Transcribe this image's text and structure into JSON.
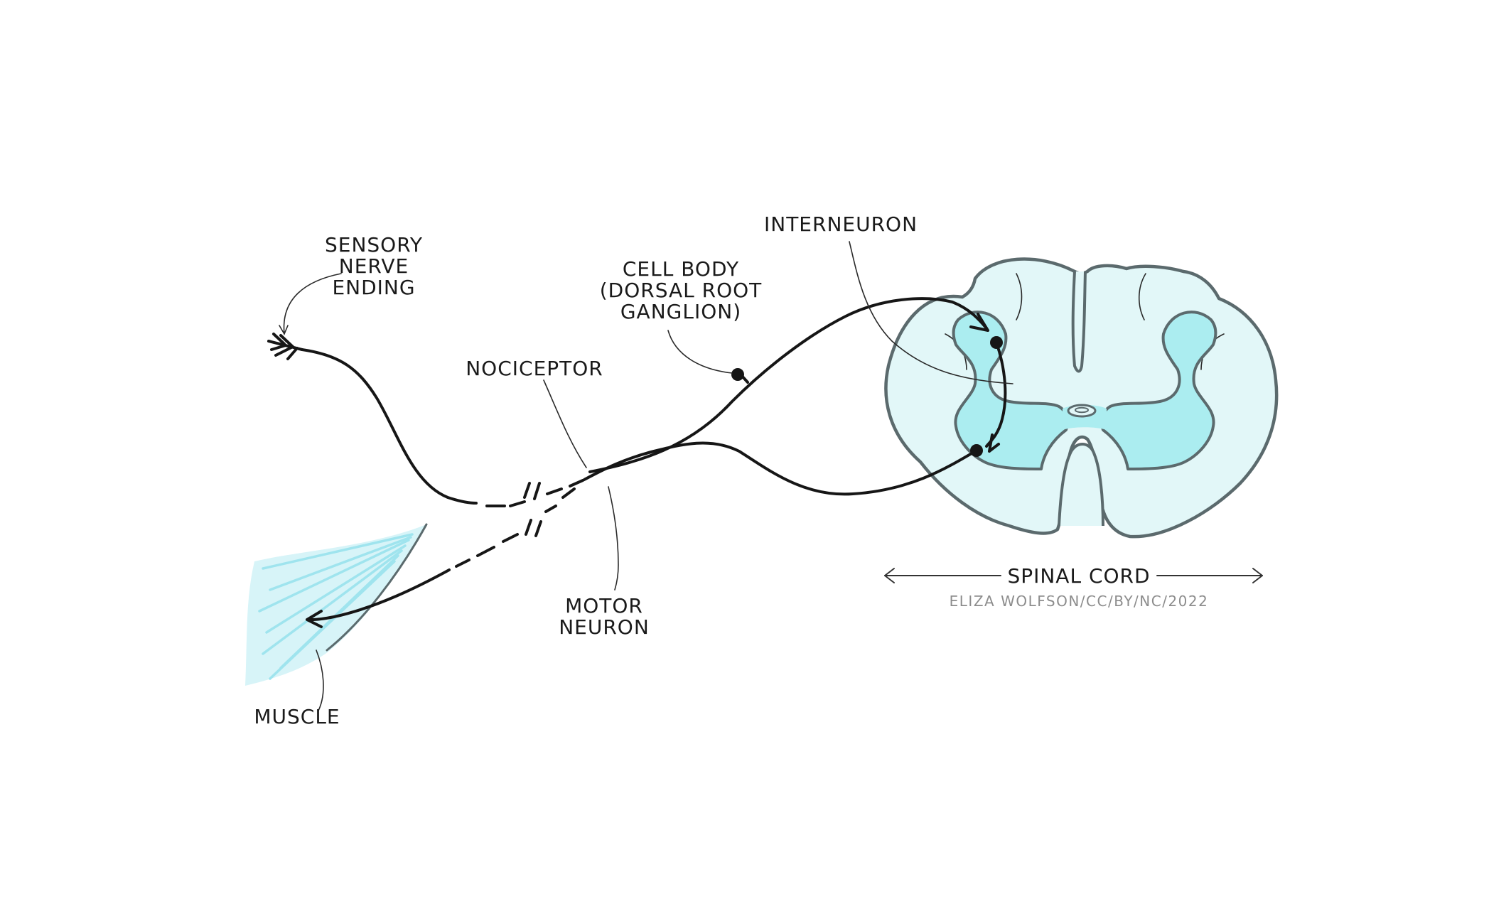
{
  "diagram": {
    "labels": {
      "sensory_line1": "SENSORY",
      "sensory_line2": "NERVE",
      "sensory_line3": "ENDING",
      "cell_body_line1": "CELL BODY",
      "cell_body_line2": "(DORSAL ROOT",
      "cell_body_line3": "GANGLION)",
      "interneuron": "INTERNEURON",
      "nociceptor": "NOCICEPTOR",
      "motor_line1": "MOTOR",
      "motor_line2": "NEURON",
      "muscle": "MUSCLE",
      "spinal_cord": "SPINAL CORD",
      "credit": "ELIZA WOLFSON/CC/BY/NC/2022"
    },
    "colors": {
      "white_matter": "#e2f7f8",
      "grey_matter": "#abedf0",
      "outline": "#5b6a6d",
      "muscle_fill": "#d7f4f8",
      "muscle_fibers": "#9fe4ee",
      "nerve": "#161616"
    }
  }
}
